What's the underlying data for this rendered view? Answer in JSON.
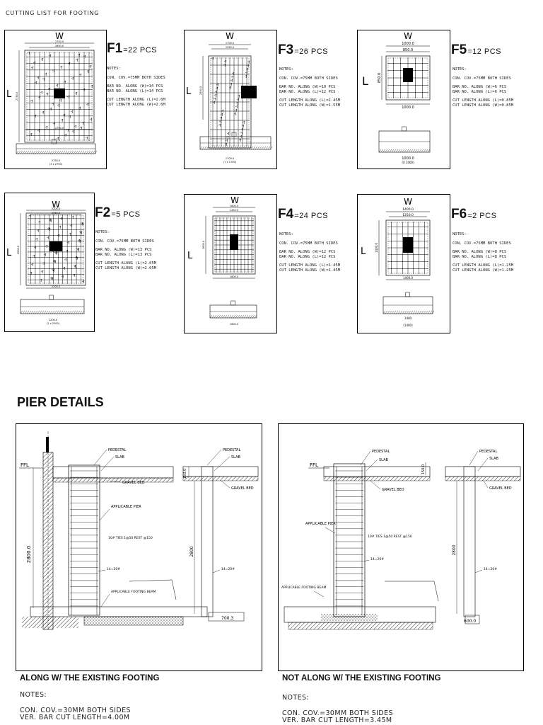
{
  "page_title": "CUTTING LIST FOR FOOTING",
  "footings": [
    {
      "id": "F1",
      "name": "F1",
      "pcs": "=22 PCS",
      "w_label": "W",
      "l_label": "L",
      "dim_top": "2750.0",
      "dim_top2": "2650.0",
      "dim_side": "2750.0",
      "dim_bottom": "2750.0",
      "dim_sec": "2750.0",
      "dim_sec2": "(3 x 2750)",
      "notes": [
        "NOTES:",
        "CON. COV.=75MM BOTH SIDES",
        "BAR NO. ALONG (W)=14 PCS",
        "BAR NO. ALONG (L)=14 PCS",
        "CUT LENGTH ALONG (L)=2.6M",
        "CUT LENGTH ALONG (W)=2.6M"
      ]
    },
    {
      "id": "F3",
      "name": "F3",
      "pcs": "=26 PCS",
      "w_label": "W",
      "l_label": "L",
      "dim_top": "1700.0",
      "dim_top2": "1550.0",
      "dim_side": "2600.0",
      "dim_bottom": "",
      "dim_sec": "1700.0",
      "dim_sec2": "(1 x 1700)",
      "notes": [
        "NOTES:",
        "CON. COV.=75MM BOTH SIDES",
        "BAR NO. ALONG (W)=10 PCS",
        "BAR NO. ALONG (L)=12 PCS",
        "CUT LENGTH ALONG (L)=2.45M",
        "CUT LENGTH ALONG (W)=1.55M"
      ]
    },
    {
      "id": "F5",
      "name": "F5",
      "pcs": "=12 PCS",
      "w_label": "W",
      "l_label": "L",
      "dim_top": "1000.0",
      "dim_top2": "850.0",
      "dim_side": "850.0",
      "dim_bottom": "1000.0",
      "dim_sec": "1000.0",
      "dim_sec2": "(X 1000)",
      "notes": [
        "NOTES:",
        "CON. COV.=75MM BOTH SIDES",
        "BAR NO. ALONG (W)=6 PCS",
        "BAR NO. ALONG (L)=6 PCS",
        "CUT LENGTH ALONG (L)=0.85M",
        "CUT LENGTH ALONG (W)=0.85M"
      ]
    },
    {
      "id": "F2",
      "name": "F2",
      "pcs": "=5 PCS",
      "w_label": "W",
      "l_label": "L",
      "dim_top": "2200.0",
      "dim_top2": "2050.0",
      "dim_side": "2200.0",
      "dim_bottom": "2200.0",
      "dim_sec": "2200.0",
      "dim_sec2": "(2 x 2200)",
      "notes": [
        "NOTES:",
        "CON. COV.=75MM BOTH SIDES",
        "BAR NO. ALONG (W)=13 PCS",
        "BAR NO. ALONG (L)=13 PCS",
        "CUT LENGTH ALONG (L)=2.05M",
        "CUT LENGTH ALONG (W)=2.05M"
      ]
    },
    {
      "id": "F4",
      "name": "F4",
      "pcs": "=24 PCS",
      "w_label": "W",
      "l_label": "L",
      "dim_top": "1600.0",
      "dim_top2": "1450.0",
      "dim_side": "1600.0",
      "dim_bottom": "1600.0",
      "dim_sec": "1600.0",
      "dim_sec2": "",
      "notes": [
        "NOTES:",
        "CON. COV.=75MM BOTH SIDES",
        "BAR NO. ALONG (W)=12 PCS",
        "BAR NO. ALONG (L)=12 PCS",
        "CUT LENGTH ALONG (L)=1.45M",
        "CUT LENGTH ALONG (W)=1.45M"
      ]
    },
    {
      "id": "F6",
      "name": "F6",
      "pcs": "=2 PCS",
      "w_label": "W",
      "l_label": "L",
      "dim_top": "1400.0",
      "dim_top2": "1250.0",
      "dim_side": "1400.0",
      "dim_bottom": "1400.0",
      "dim_sec": "1400",
      "dim_sec2": "(1400)",
      "notes": [
        "NOTES:",
        "CON. COV.=75MM BOTH SIDES",
        "BAR NO. ALONG (W)=8 PCS",
        "BAR NO. ALONG (L)=8 PCS",
        "CUT LENGTH ALONG (L)=1.25M",
        "CUT LENGTH ALONG (W)=1.25M"
      ]
    }
  ],
  "pier": {
    "section_title": "PIER DETAILS",
    "left": {
      "title": "ALONG W/ THE EXISTING FOOTING",
      "ffl": "FFL",
      "labels": {
        "pedestal": "PEDESTAL",
        "slab": "SLAB",
        "gravel": "GRAVEL BED",
        "pier": "APPLICABLE PIER",
        "ties": "10# TIES 1@50 REST @150",
        "bars": "14=20#",
        "beam": "APPLICABLE FOOTING BEAM",
        "height": "2800.0",
        "height2": "2800",
        "dim_150": "150.0",
        "dim_700": "700.3"
      },
      "notes_head": "NOTES:",
      "notes": [
        "CON. COV.=30MM BOTH SIDES",
        "VER. BAR CUT LENGTH=4.00M"
      ]
    },
    "right": {
      "title": "NOT ALONG W/ THE EXISTING FOOTING",
      "ffl": "FFL",
      "labels": {
        "pedestal": "PEDESTAL",
        "slab": "SLAB",
        "gravel": "GRAVEL BED",
        "pier": "APPLICABLE PIER",
        "ties": "10# TIES 1@50 REST @150",
        "bars": "14=20#",
        "beam": "APPLICABLE FOOTING BEAM",
        "height": "2800",
        "dim_150": "150.0",
        "dim_600": "600.0"
      },
      "notes_head": "NOTES:",
      "notes": [
        "CON. COV.=30MM BOTH SIDES",
        "VER. BAR CUT LENGTH=3.45M"
      ]
    }
  }
}
